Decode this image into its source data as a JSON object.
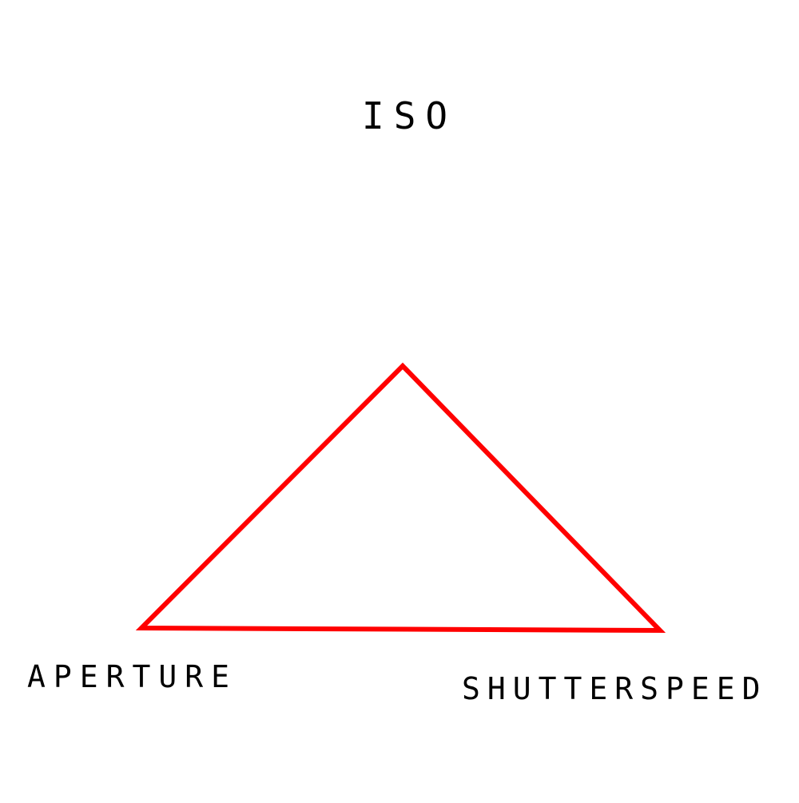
{
  "diagram": {
    "labels": {
      "top": "ISO",
      "bottom_left": "APERTURE",
      "bottom_right": "SHUTTERSPEED"
    },
    "colors": {
      "triangle_stroke": "#ff0000",
      "text": "#000000",
      "background": "#ffffff"
    }
  }
}
